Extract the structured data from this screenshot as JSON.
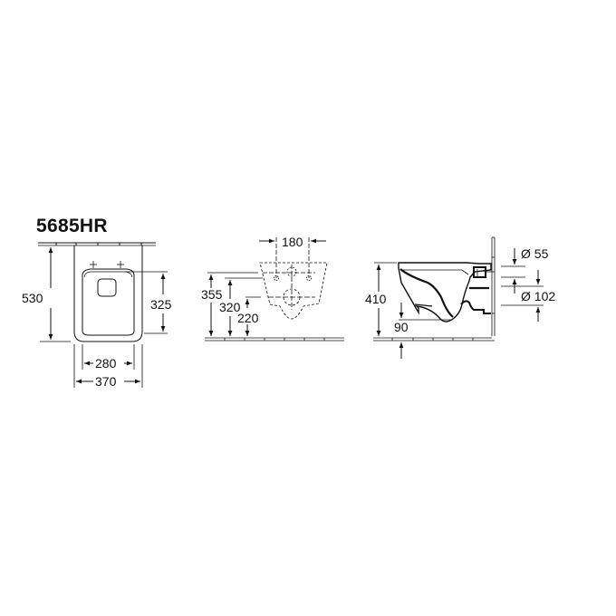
{
  "model": "5685HR",
  "views": {
    "top": {
      "dimensions": {
        "depth": "530",
        "seat_to_front": "325",
        "inner_width": "280",
        "outer_width": "370"
      }
    },
    "rear": {
      "dimensions": {
        "bolt_spacing": "180",
        "height_355": "355",
        "height_320": "320",
        "height_220": "220"
      }
    },
    "side": {
      "dimensions": {
        "height": "410",
        "floor_offset": "90",
        "inlet_diameter": "Ø 55",
        "outlet_diameter": "Ø 102"
      }
    }
  },
  "colors": {
    "line": "#111111",
    "background": "#ffffff"
  }
}
